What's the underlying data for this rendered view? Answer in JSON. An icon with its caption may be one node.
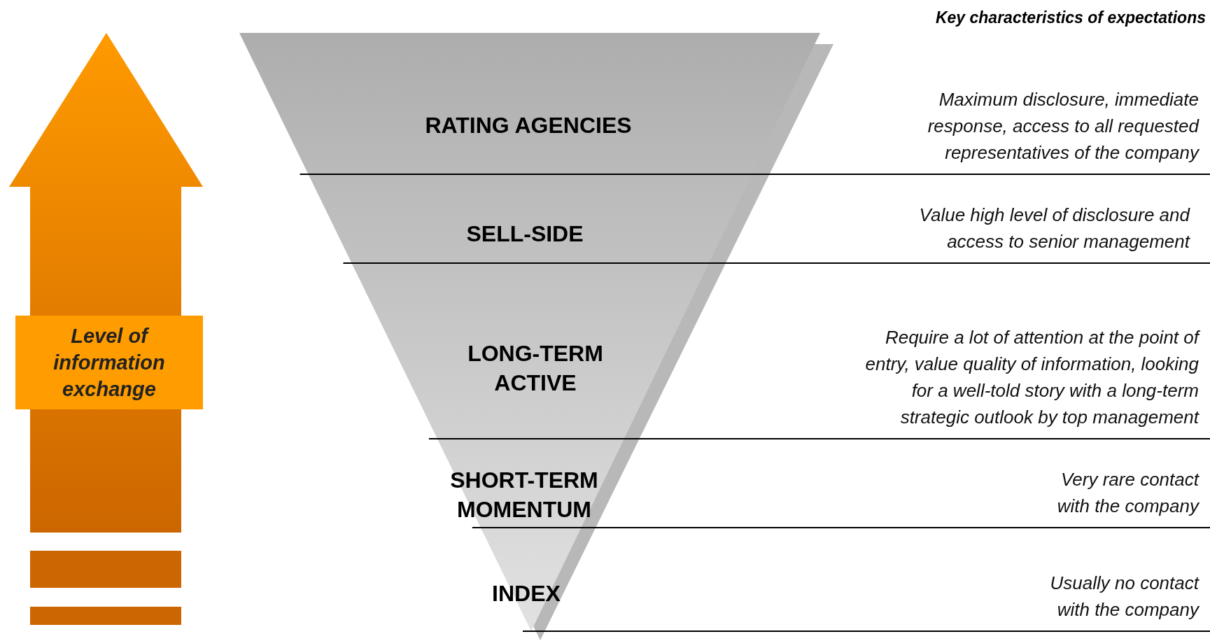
{
  "diagram": {
    "nodes": [
      {
        "text": [
          "Level of information exchange"
        ]
      },
      {
        "text": [
          "RATING AGENCIES"
        ]
      },
      {
        "text": [
          "SELL-SIDE"
        ]
      },
      {
        "text": [
          "LONG-TERM ACTIVE"
        ]
      },
      {
        "text": [
          "SHORT-TERM MOMENTUM"
        ]
      },
      {
        "text": [
          "INDEX"
        ]
      }
    ],
    "edges": [],
    "labels": [
      "Key characteristics of expectations",
      "Maximum disclosure, immediate response, access to all requested representatives of the company",
      "Value high level of disclosure and access to senior management",
      "Require a lot of attention at the point of entry, value quality of information, looking for a well-told story with a long-term strategic outlook by top management",
      "Very rare contact with the company",
      "Usually no contact with the company"
    ]
  }
}
